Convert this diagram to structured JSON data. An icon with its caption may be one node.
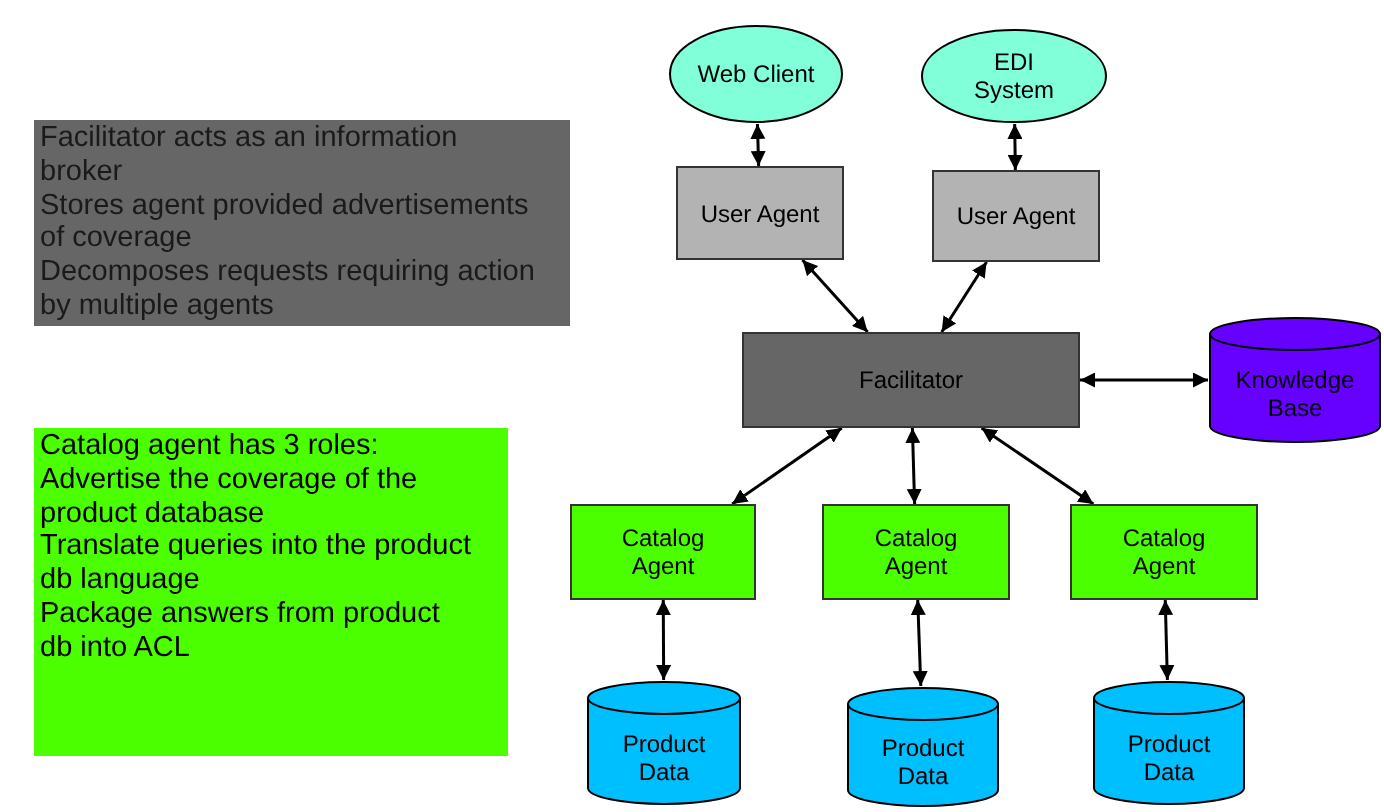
{
  "diagram": {
    "nodes": [
      {
        "text": [
          "Facilitator acts as an information broker",
          "Stores agent provided advertisements of coverage",
          "Decomposes requests requiring action by multiple agents"
        ]
      },
      {
        "text": [
          "Catalog agent has 3 roles:",
          "Advertise the coverage of the product database",
          "Translate queries into the product db language",
          "Package answers from product db into ACL"
        ]
      },
      {
        "text": [
          "Web Client"
        ]
      },
      {
        "text": [
          "EDI System"
        ]
      },
      {
        "text": [
          "User Agent"
        ]
      },
      {
        "text": [
          "User Agent"
        ]
      },
      {
        "text": [
          "Facilitator"
        ]
      },
      {
        "text": [
          "Knowledge Base"
        ]
      },
      {
        "text": [
          "Catalog Agent"
        ]
      },
      {
        "text": [
          "Catalog Agent"
        ]
      },
      {
        "text": [
          "Catalog Agent"
        ]
      },
      {
        "text": [
          "Product Data"
        ]
      },
      {
        "text": [
          "Product Data"
        ]
      },
      {
        "text": [
          "Product Data"
        ]
      }
    ],
    "edges": [
      {
        "from": 2,
        "to": 4,
        "arrow": "both"
      },
      {
        "from": 3,
        "to": 5,
        "arrow": "both"
      },
      {
        "from": 4,
        "to": 6,
        "arrow": "both"
      },
      {
        "from": 5,
        "to": 6,
        "arrow": "both"
      },
      {
        "from": 6,
        "to": 7,
        "arrow": "both"
      },
      {
        "from": 6,
        "to": 8,
        "arrow": "both"
      },
      {
        "from": 6,
        "to": 9,
        "arrow": "both"
      },
      {
        "from": 6,
        "to": 10,
        "arrow": "both"
      },
      {
        "from": 8,
        "to": 11,
        "arrow": "both"
      },
      {
        "from": 9,
        "to": 12,
        "arrow": "both"
      },
      {
        "from": 10,
        "to": 13,
        "arrow": "both"
      }
    ]
  }
}
